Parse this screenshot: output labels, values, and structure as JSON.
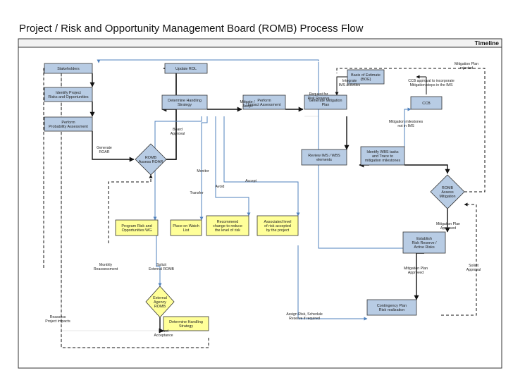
{
  "title": "Project / Risk and Opportunity Management Board (ROMB) Process Flow",
  "timeline_label": "Timeline",
  "colors": {
    "blue_box": "#b8cce4",
    "yellow_box": "#ffff99",
    "line_blue": "#4f81bd",
    "border": "#333333"
  },
  "nodes": {
    "stakeholders": "Stakeholders",
    "identify_risks": [
      "Identify Project",
      "Risks and Opportunities"
    ],
    "probability": [
      "Perform",
      "Probability Assessment"
    ],
    "romb_assess": [
      "ROMB",
      "Assess ROAR"
    ],
    "update_rol": "Update ROL",
    "handling_strategy": [
      "Determine Handling",
      "Strategy"
    ],
    "impact_assessment": [
      "Perform",
      "Impact Assessment"
    ],
    "mitigation_plan": [
      "Generate Mitigation",
      "Plan"
    ],
    "basis_estimate": [
      "Basis of Estimate",
      "(BOE)"
    ],
    "ccb": "CCB",
    "review_ims": [
      "Review IMS / WBS",
      "elements"
    ],
    "identify_wbs": [
      "Identify WBS tasks",
      "and Trace to",
      "mitigation milestones"
    ],
    "romb_mitigation": [
      "ROMB",
      "Assess",
      "Mitigation"
    ],
    "program_risk_wg": [
      "Program Risk and",
      "Opportunities WG"
    ],
    "watch_list": [
      "Place on Watch",
      "List"
    ],
    "recommend_change": [
      "Recommend",
      "change to reduce",
      "the level of risk"
    ],
    "associated_level": [
      "Associated level",
      "of risk accepted",
      "by the project"
    ],
    "establish_reserve": [
      "Establish",
      "Risk Reserve /",
      "Active Risks"
    ],
    "external_romb": [
      "External",
      "Agency",
      "ROMB"
    ],
    "handling_strategy_2": [
      "Determine Handling",
      "Strategy"
    ],
    "contingency_plan": [
      "Contingency Plan",
      "Risk realization"
    ]
  },
  "edge_labels": {
    "generate_roar": [
      "Generate",
      "ROAR"
    ],
    "board_approval": [
      "Board",
      "Approval"
    ],
    "mitigate_adopt": [
      "Mitigate /",
      "Adopt"
    ],
    "request_reserve": [
      "Request for",
      "Risk Reserve"
    ],
    "integrate_ims": [
      "Integrate",
      "IMS activities"
    ],
    "ccb_approval": [
      "CCB approval to incorporate",
      "Mitigation steps in the IMS"
    ],
    "mitigation_milestones": [
      "Mitigation milestones",
      "not in IMS"
    ],
    "mitigation_rejected": [
      "Mitigation Plan",
      "rejected"
    ],
    "monitor": "Monitor",
    "transfer": "Transfer",
    "avoid": "Avoid",
    "accept": "Accept",
    "monthly_reassessment": [
      "Monthly",
      "Reassessment"
    ],
    "solicit_external": [
      "Solicit",
      "External ROMB"
    ],
    "reassess_impacts": [
      "Reassess",
      "Project impacts"
    ],
    "board_acceptance": [
      "Board",
      "Acceptance"
    ],
    "assign_risk": [
      "Assign Risk, Schedule",
      "Reserve if required"
    ],
    "mitigation_approved_1": [
      "Mitigation Plan",
      "Approved"
    ],
    "mitigation_approved_2": [
      "Mitigation Plan",
      "Approved"
    ],
    "solicit_approval": [
      "Solicit",
      "Approval"
    ]
  }
}
